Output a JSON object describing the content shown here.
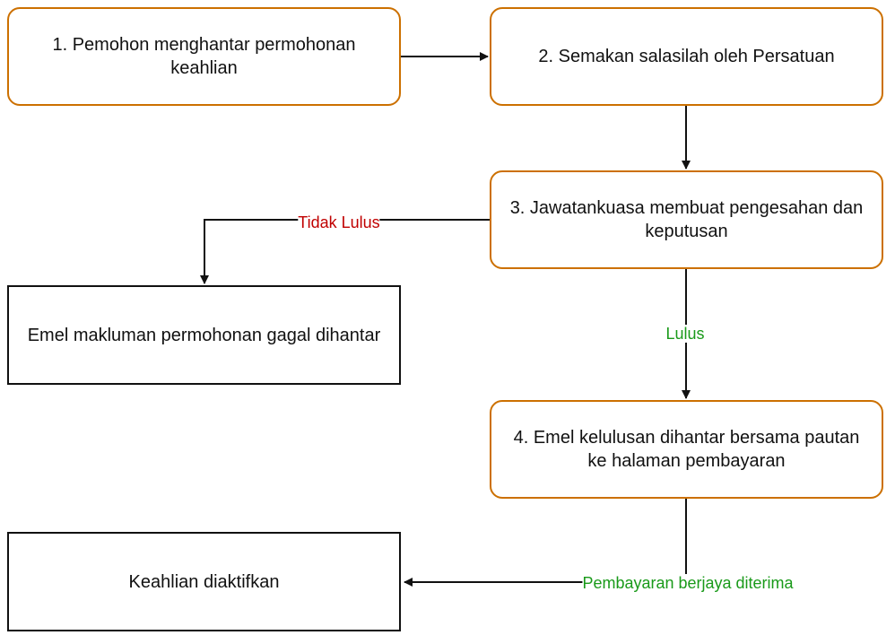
{
  "nodes": {
    "step1": "1. Pemohon menghantar permohonan keahlian",
    "step2": "2. Semakan salasilah oleh Persatuan",
    "step3": "3. Jawatankuasa membuat pengesahan dan keputusan",
    "fail_email": "Emel makluman permohonan gagal dihantar",
    "step4": "4. Emel kelulusan dihantar bersama pautan ke halaman pembayaran",
    "activated": "Keahlian diaktifkan"
  },
  "edges": {
    "fail_label": "Tidak Lulus",
    "pass_label": "Lulus",
    "payment_label": "Pembayaran berjaya diterima"
  },
  "colors": {
    "process_border": "#cc7000",
    "outcome_border": "#111111",
    "fail_text": "#c00000",
    "pass_text": "#1a9a1a"
  }
}
